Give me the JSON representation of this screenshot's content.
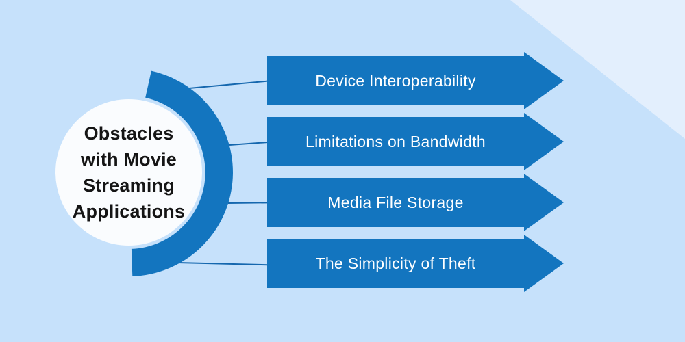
{
  "background": {
    "base_color": "#c6e1fb",
    "corner_triangle_color": "#e3effd"
  },
  "accent": {
    "arrow_color": "#1375BF",
    "connector_line_color": "#1567AE",
    "circle_fill": "#fafcfe",
    "title_text_color": "#151515",
    "arrow_text_color": "#ffffff"
  },
  "title": {
    "full": "Obstacles with Movie Streaming Applications",
    "lines": [
      "Obstacles",
      "with Movie",
      "Streaming",
      "Applications"
    ]
  },
  "arrows": [
    {
      "label": "Device Interoperability"
    },
    {
      "label": "Limitations on Bandwidth"
    },
    {
      "label": "Media File Storage"
    },
    {
      "label": "The Simplicity of Theft"
    }
  ]
}
